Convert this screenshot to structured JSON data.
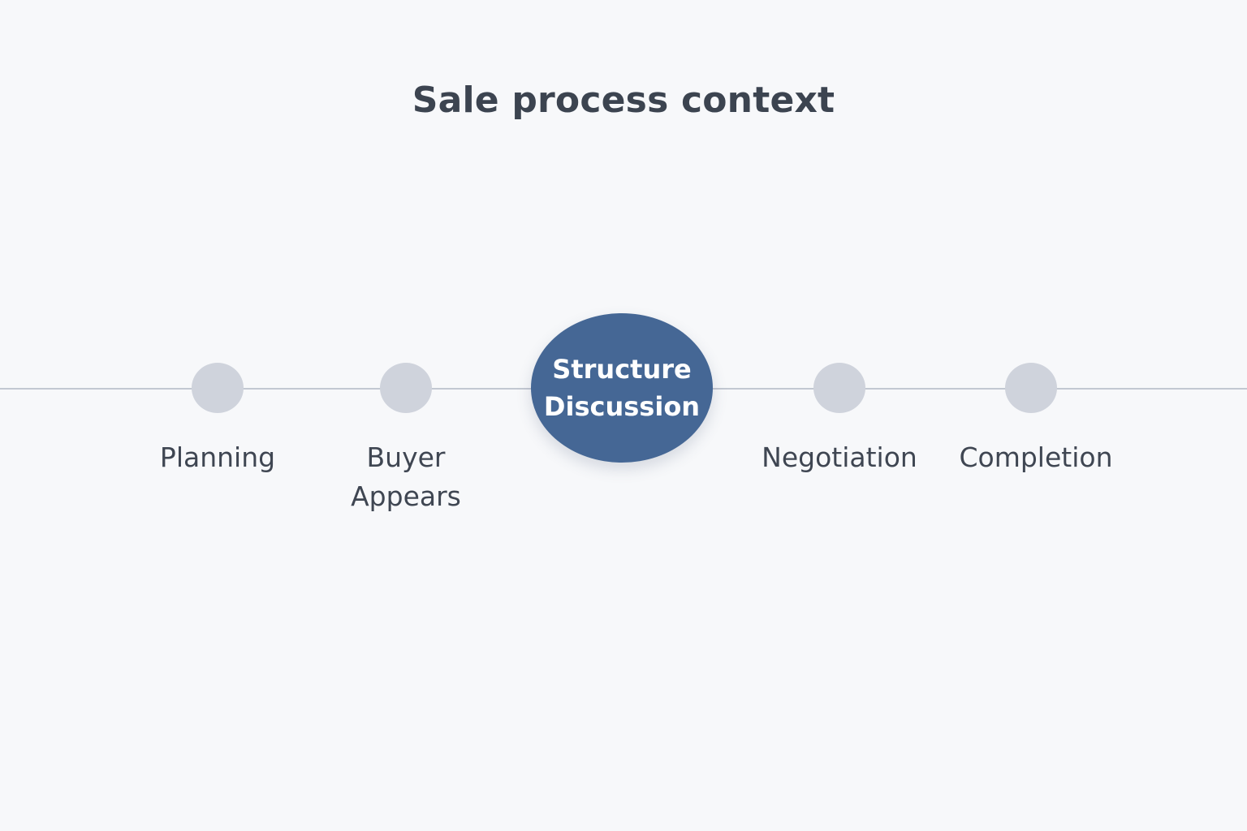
{
  "title": "Sale process context",
  "stages": [
    {
      "label": "Planning",
      "active": false
    },
    {
      "label": "Buyer\nAppears",
      "active": false
    },
    {
      "label": "Structure\nDiscussion",
      "active": true
    },
    {
      "label": "Negotiation",
      "active": false
    },
    {
      "label": "Completion",
      "active": false
    }
  ],
  "colors": {
    "background": "#f7f8fa",
    "line": "#c3c8d2",
    "inactive_node": "#cfd3dc",
    "active_node": "#456795",
    "title_text": "#3c4450",
    "label_text": "#3f4652"
  }
}
